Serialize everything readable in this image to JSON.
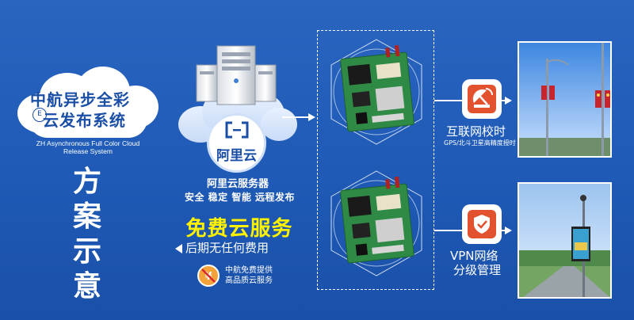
{
  "title": {
    "line1": "中航异步全彩",
    "line2": "云发布系统",
    "badge": "E",
    "english": "ZH Asynchronous Full Color Cloud Release System"
  },
  "vertical_text": [
    "方",
    "案",
    "示",
    "意"
  ],
  "server": {
    "brand": "阿里云",
    "name": "阿里云服务器",
    "features": "安全 稳定 智能 远程发布"
  },
  "promo": {
    "headline": "免费云服务",
    "subline": "后期无任何费用",
    "note_line1": "中航免费提供",
    "note_line2": "高品质云服务"
  },
  "features_right": [
    {
      "title": "互联网校时",
      "subtitle": "GPS/北斗卫星高精度授时",
      "icon": "satellite-dish-icon"
    },
    {
      "title_line1": "VPN网络",
      "title_line2": "分级管理",
      "icon": "shield-check-icon"
    }
  ],
  "colors": {
    "background": "#1e5ab6",
    "accent_yellow": "#fff200",
    "icon_red": "#e2522f",
    "board_green": "#2f8a46"
  }
}
